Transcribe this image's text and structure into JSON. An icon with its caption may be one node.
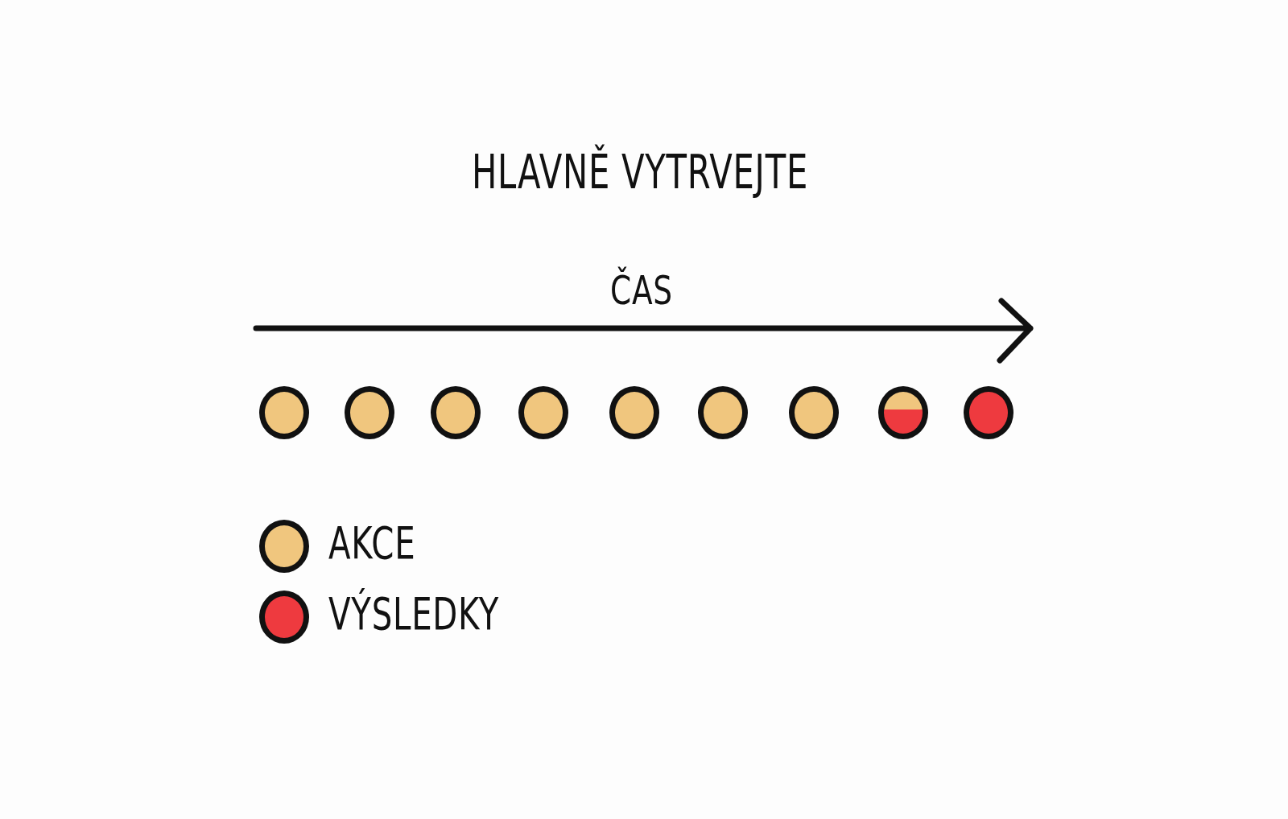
{
  "diagram": {
    "title": "HLAVNĚ VYTRVEJTE",
    "nodes": [
      {
        "text": [],
        "shape": "circle"
      },
      {
        "text": [],
        "shape": "circle"
      },
      {
        "text": [],
        "shape": "circle"
      },
      {
        "text": [],
        "shape": "circle"
      },
      {
        "text": [],
        "shape": "circle"
      },
      {
        "text": [],
        "shape": "circle"
      },
      {
        "text": [],
        "shape": "circle"
      },
      {
        "text": [],
        "shape": "circle"
      },
      {
        "text": [],
        "shape": "circle"
      }
    ],
    "labels": [
      "ČAS"
    ],
    "legend": [
      {
        "text": "AKCE",
        "color": "#f0c67e"
      },
      {
        "text": "VÝSLEDKY",
        "color": "#ee3a3f"
      }
    ]
  }
}
